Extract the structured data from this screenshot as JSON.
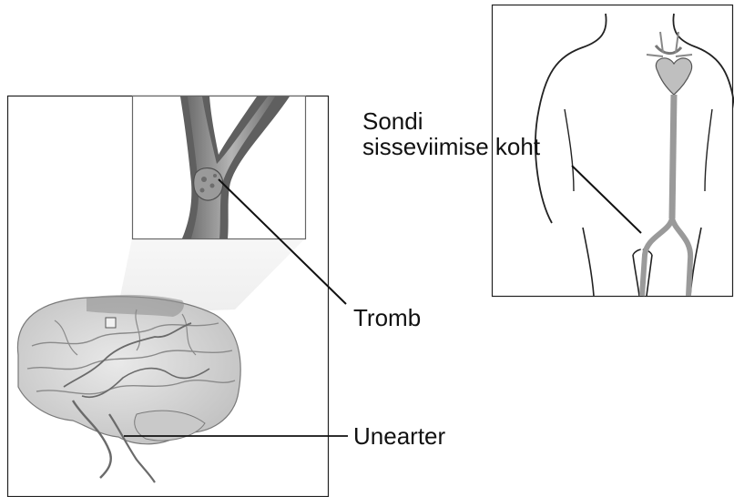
{
  "diagram": {
    "labels": {
      "insertion_site_line1": "Sondi",
      "insertion_site_line2": "sisseviimise koht",
      "thrombus": "Tromb",
      "cerebral_artery": "Unearter"
    }
  }
}
